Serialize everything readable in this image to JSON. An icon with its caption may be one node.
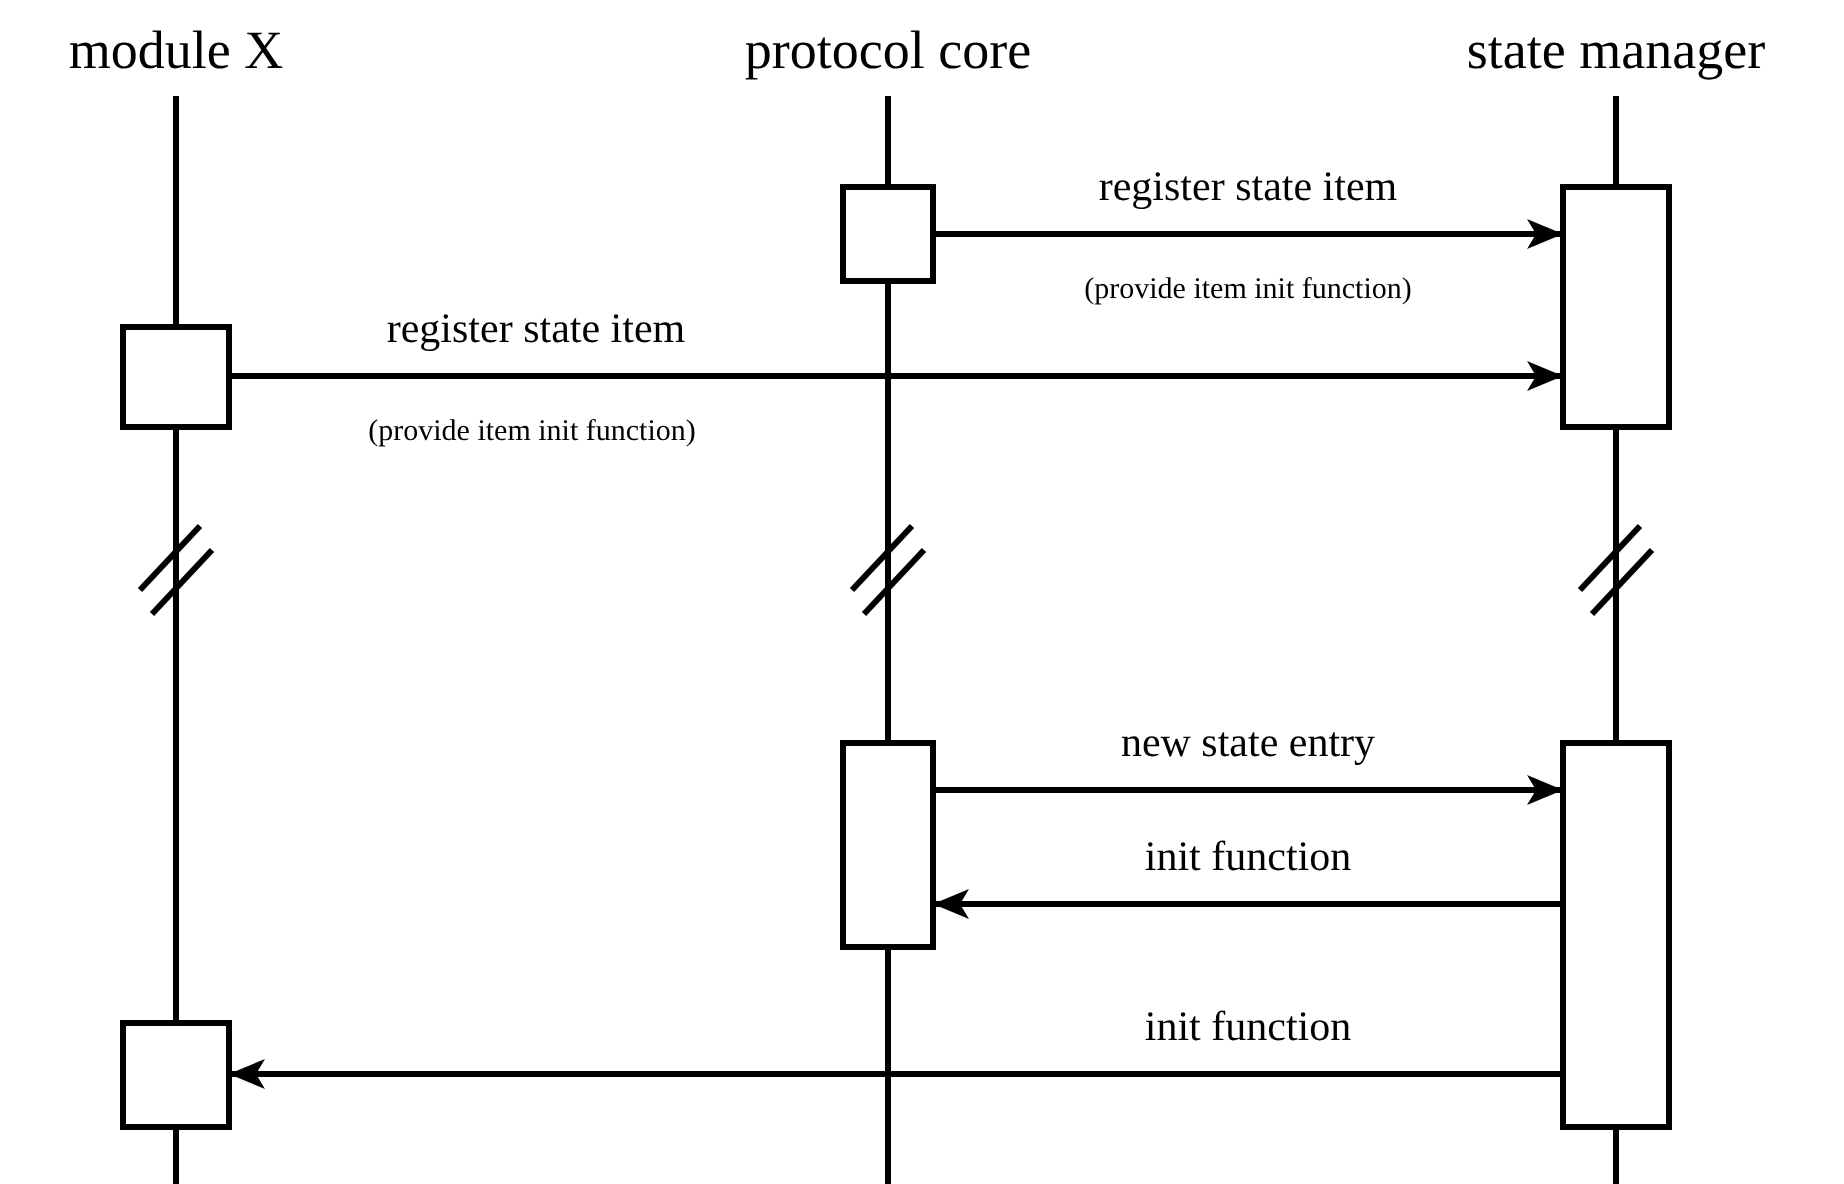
{
  "diagram": {
    "nodes": [
      {
        "text": [
          "module X"
        ]
      },
      {
        "text": [
          "protocol core"
        ]
      },
      {
        "text": [
          "state manager"
        ]
      },
      {
        "text": [],
        "shape": "box"
      },
      {
        "text": [],
        "shape": "box"
      },
      {
        "text": [],
        "shape": "box"
      },
      {
        "text": [],
        "shape": "box"
      },
      {
        "text": [],
        "shape": "box"
      },
      {
        "text": [],
        "shape": "box"
      }
    ],
    "edges": [
      {
        "from": 3,
        "to": 4,
        "arrow": "to",
        "label": "register state item"
      },
      {
        "from": 5,
        "to": 4,
        "arrow": "to",
        "label": "register state item"
      },
      {
        "from": 6,
        "to": 7,
        "arrow": "to",
        "label": "new state entry"
      },
      {
        "from": 7,
        "to": 6,
        "arrow": "to",
        "label": "init function"
      },
      {
        "from": 7,
        "to": 8,
        "arrow": "to",
        "label": "init function"
      }
    ],
    "labels": [
      "(provide item init function)",
      "(provide item init function)"
    ]
  }
}
